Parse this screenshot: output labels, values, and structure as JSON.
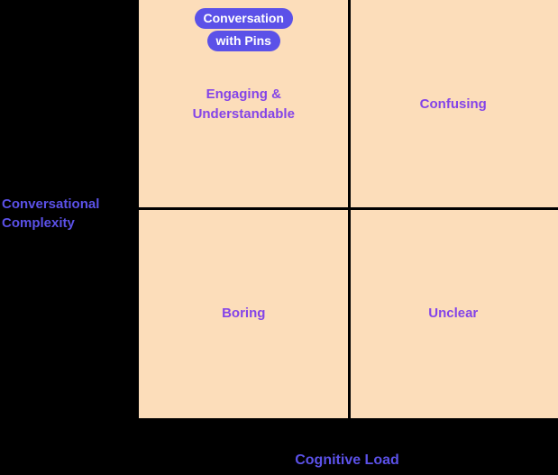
{
  "colors": {
    "background": "#000000",
    "quadrant_fill": "#FCDDBA",
    "axis_line": "#000000",
    "axis_label_text": "#5B51E8",
    "quadrant_label_text": "#8444E8",
    "badge_background": "#5B51E8",
    "badge_text": "#FFFFFF"
  },
  "axes": {
    "y_label": "Conversational Complexity",
    "x_label": "Cognitive Load"
  },
  "badge": {
    "lines": [
      "Conversation",
      "with Pins"
    ]
  },
  "quadrants": {
    "top_left": {
      "label": "Engaging & Understandable"
    },
    "top_right": {
      "label": "Confusing"
    },
    "bottom_left": {
      "label": "Boring"
    },
    "bottom_right": {
      "label": "Unclear"
    }
  },
  "chart_data": {
    "type": "quadrant-matrix",
    "xlabel": "Cognitive Load",
    "ylabel": "Conversational Complexity",
    "quadrant_labels": {
      "low_load_high_complexity": "Engaging & Understandable",
      "high_load_high_complexity": "Confusing",
      "low_load_low_complexity": "Boring",
      "high_load_low_complexity": "Unclear"
    },
    "annotations": [
      {
        "text": "Conversation with Pins",
        "quadrant": "low_load_high_complexity",
        "position": "top"
      }
    ]
  }
}
